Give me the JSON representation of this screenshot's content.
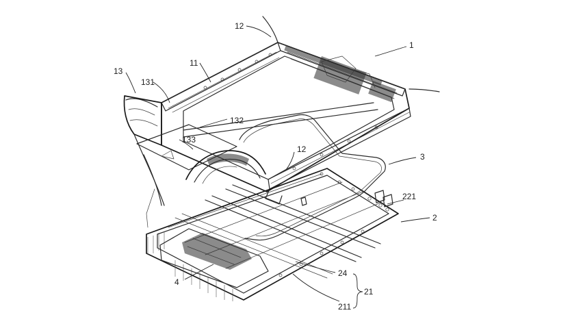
{
  "figure": {
    "labels": {
      "l1": "1",
      "l2": "2",
      "l3": "3",
      "l4": "4",
      "l11": "11",
      "l12a": "12",
      "l12b": "12",
      "l13": "13",
      "l131": "131",
      "l132": "132",
      "l133": "133",
      "l21": "21",
      "l24": "24",
      "l211": "211",
      "l221": "221"
    }
  }
}
